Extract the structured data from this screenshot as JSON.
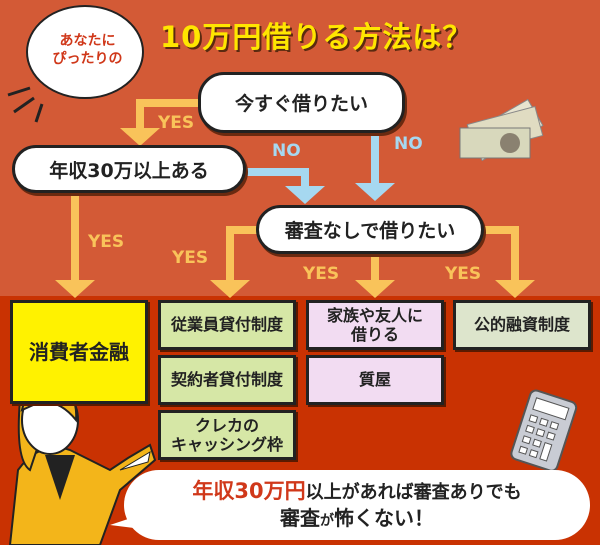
{
  "title": "10万円借りる方法は？",
  "badge": {
    "line1": "あなたに",
    "line2": "ぴったりの"
  },
  "questions": {
    "q1": "今すぐ借りたい",
    "q2": "年収30万以上ある",
    "q3": "審査なしで借りたい"
  },
  "labels": {
    "yes": "YES",
    "no": "NO"
  },
  "results": {
    "consumer_finance": "消費者金融",
    "employee_loan": "従業員貸付制度",
    "policy_loan": "契約者貸付制度",
    "card_cashing_1": "クレカの",
    "card_cashing_2": "キャッシング枠",
    "family_1": "家族や友人に",
    "family_2": "借りる",
    "pawn": "質屋",
    "public_loan": "公的融資制度"
  },
  "message": {
    "highlight": "年収30万円",
    "rest1": "以上があれば審査ありでも",
    "highlight2": "審査",
    "rest2a": "が",
    "rest2b": "怖くない！"
  },
  "colors": {
    "top_bg": "#d35a36",
    "bottom_bg": "#c93202",
    "yes_arrow": "#f9c35a",
    "no_arrow": "#a6d8f0",
    "title": "#ffe600"
  }
}
